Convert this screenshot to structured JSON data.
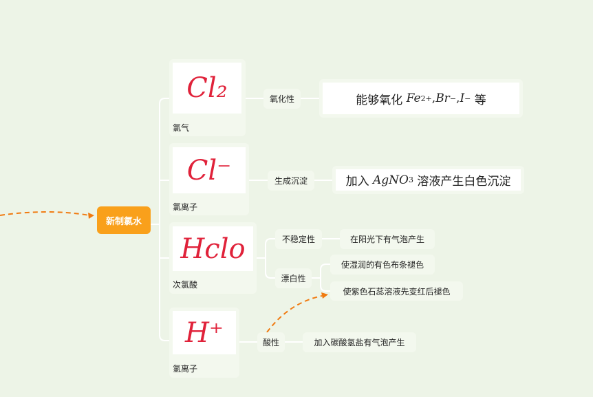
{
  "root": {
    "label": "新制氯水"
  },
  "colors": {
    "root": "#f9a01b",
    "arrow": "#f07a10",
    "handwriting": "#e0223a"
  },
  "nodes": [
    {
      "image_text": "Cl₂",
      "label": "氯气",
      "property": "氧化性",
      "detail": {
        "prefix": "能够氧化 ",
        "fe": "Fe",
        "fe_sup": "2+",
        "sep1": ", ",
        "br": "Br",
        "br_sup": "−",
        "sep2": ", ",
        "i": "I",
        "i_sup": "−",
        "suffix": " 等"
      }
    },
    {
      "image_text": "Cl⁻",
      "label": "氯离子",
      "property": "生成沉淀",
      "detail": {
        "prefix": "加入 ",
        "formula": "AgNO",
        "sub": "3",
        "suffix": " 溶液产生白色沉淀"
      }
    },
    {
      "image_text": "Hclo",
      "label": "次氯酸",
      "properties": [
        {
          "label": "不稳定性",
          "children": [
            "在阳光下有气泡产生"
          ]
        },
        {
          "label": "漂白性",
          "children": [
            "使湿润的有色布条褪色",
            "使紫色石蕊溶液先变红后褪色"
          ]
        }
      ]
    },
    {
      "image_text": "H⁺",
      "label": "氢离子",
      "property": "酸性",
      "detail": "加入碳酸氢盐有气泡产生"
    }
  ]
}
